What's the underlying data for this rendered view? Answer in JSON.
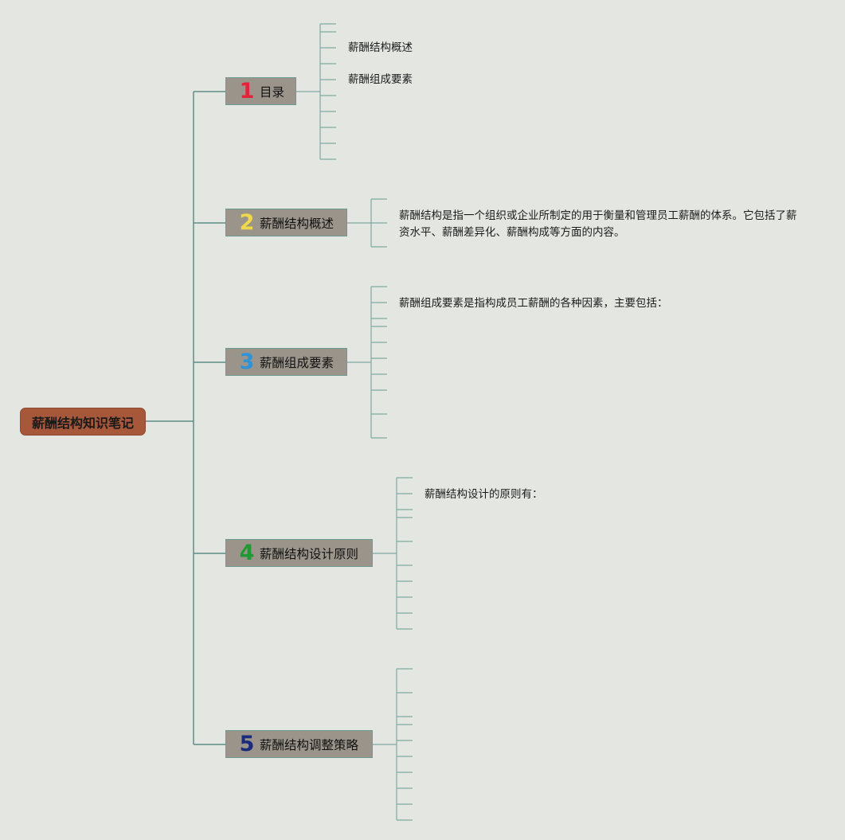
{
  "root": {
    "label": "薪酬结构知识笔记"
  },
  "branches": [
    {
      "num": "1",
      "label": "目录",
      "items": [
        "薪酬结构概述",
        "薪酬组成要素"
      ]
    },
    {
      "num": "2",
      "label": "薪酬结构概述",
      "items": [
        "薪酬结构是指一个组织或企业所制定的用于衡量和管理员工薪酬的体系。它包括了薪资水平、薪酬差异化、薪酬构成等方面的内容。"
      ]
    },
    {
      "num": "3",
      "label": "薪酬组成要素",
      "items": [
        "薪酬组成要素是指构成员工薪酬的各种因素，主要包括："
      ]
    },
    {
      "num": "4",
      "label": "薪酬结构设计原则",
      "items": [
        "薪酬结构设计的原则有："
      ]
    },
    {
      "num": "5",
      "label": "薪酬结构调整策略",
      "items": []
    }
  ],
  "colors": {
    "background": "#e4e6e2",
    "line": "#5f8e86",
    "leaf_line": "#7fa9a1",
    "root": "#a8583a",
    "branch_box": "#9a948b"
  }
}
